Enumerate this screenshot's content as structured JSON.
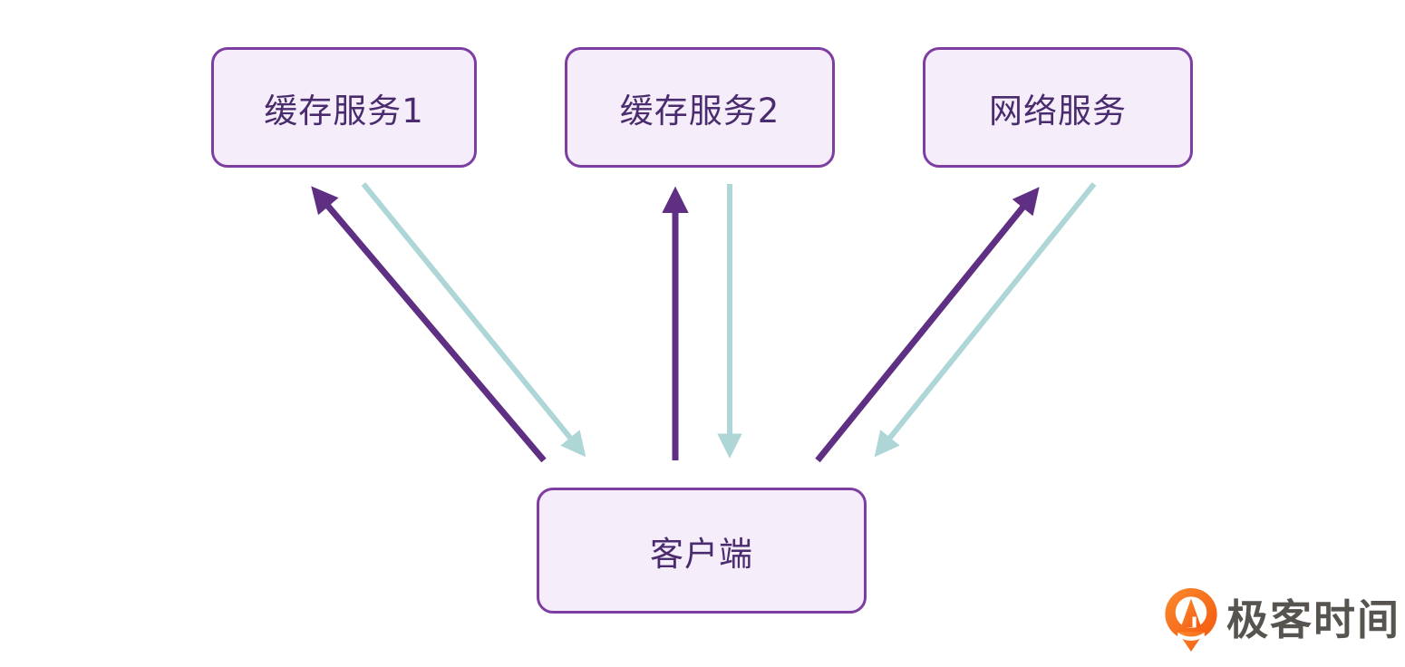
{
  "diagram": {
    "type": "architecture-flow",
    "nodes": [
      {
        "id": "cache1",
        "label": "缓存服务1"
      },
      {
        "id": "cache2",
        "label": "缓存服务2"
      },
      {
        "id": "network",
        "label": "网络服务"
      },
      {
        "id": "client",
        "label": "客户端"
      }
    ],
    "edges": [
      {
        "from": "client",
        "to": "cache1",
        "direction": "up",
        "color": "#5e2f82"
      },
      {
        "from": "cache1",
        "to": "client",
        "direction": "down",
        "color": "#aed6d6"
      },
      {
        "from": "client",
        "to": "cache2",
        "direction": "up",
        "color": "#5e2f82"
      },
      {
        "from": "cache2",
        "to": "client",
        "direction": "down",
        "color": "#aed6d6"
      },
      {
        "from": "client",
        "to": "network",
        "direction": "up",
        "color": "#5e2f82"
      },
      {
        "from": "network",
        "to": "client",
        "direction": "down",
        "color": "#aed6d6"
      }
    ]
  },
  "logo": {
    "text": "极客时间",
    "icon": "geektime-pin-icon"
  },
  "colors": {
    "background": "#ffffff",
    "node_fill": "#f5eefa",
    "node_border": "#7d3da1",
    "node_text": "#4a2b6e",
    "arrow_up": "#5e2f82",
    "arrow_down": "#aed6d6",
    "logo_orange": "#f4690f",
    "logo_text": "#57534e"
  }
}
